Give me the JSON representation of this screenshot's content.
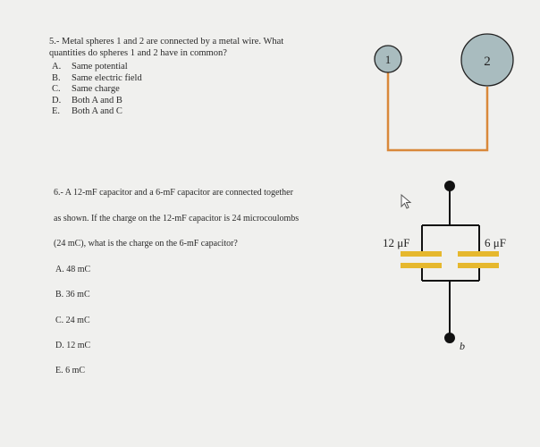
{
  "q5": {
    "stem_line1": "5.- Metal spheres 1 and 2 are connected by a metal wire. What",
    "stem_line2": "quantities do spheres 1 and 2 have in common?",
    "options": [
      {
        "letter": "A.",
        "text": "Same potential"
      },
      {
        "letter": "B.",
        "text": "Same electric field"
      },
      {
        "letter": "C.",
        "text": "Same charge"
      },
      {
        "letter": "D.",
        "text": "Both A and B"
      },
      {
        "letter": "E.",
        "text": "Both A and C"
      }
    ],
    "figure": {
      "sphere1_label": "1",
      "sphere2_label": "2",
      "wire_color": "#d9883a",
      "sphere_fill": "#a9bcbf"
    }
  },
  "q6": {
    "line1": "6.- A 12-mF capacitor and a 6-mF capacitor are connected together",
    "line2": "as shown. If the charge on the 12-mF capacitor is 24 microcoulombs",
    "line3": "(24 mC), what is the charge on the 6-mF capacitor?",
    "options": [
      "A. 48 mC",
      "B. 36 mC",
      "C. 24 mC",
      "D. 12 mC",
      "E. 6 mC"
    ],
    "figure": {
      "cap1_label": "12 μF",
      "cap2_label": "6 μF",
      "terminal_b_label": "b",
      "plate_color": "#e6b82e"
    }
  }
}
